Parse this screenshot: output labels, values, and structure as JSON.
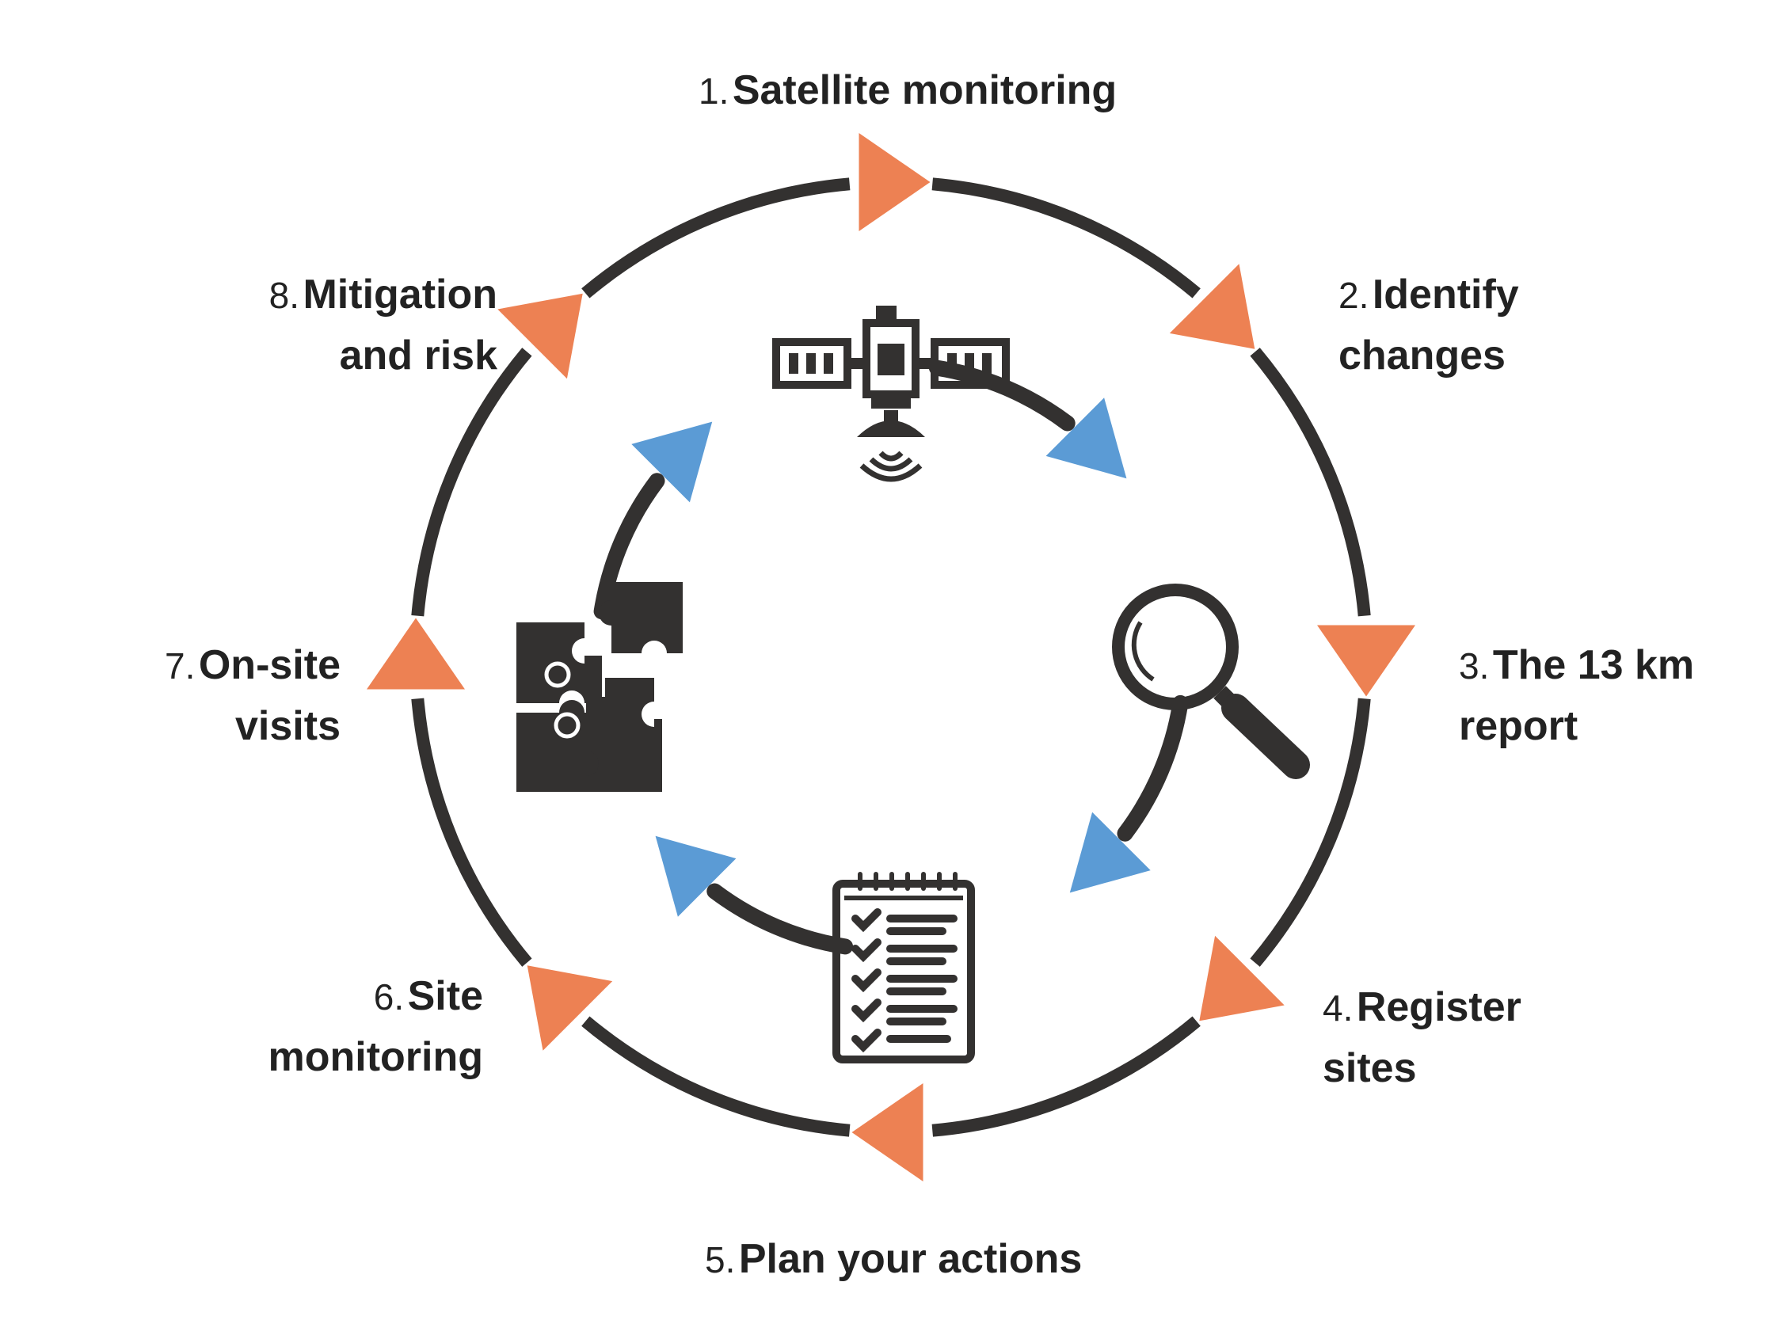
{
  "colors": {
    "ring": "#333130",
    "outer_arrow": "#ED8153",
    "inner_arrow": "#5B9BD5",
    "icon": "#333130",
    "text": "#222222",
    "background": "#ffffff"
  },
  "steps": [
    {
      "number": "1.",
      "title": "Satellite monitoring",
      "title_line2": ""
    },
    {
      "number": "2.",
      "title": "Identify",
      "title_line2": "changes"
    },
    {
      "number": "3.",
      "title": "The 13 km",
      "title_line2": "report"
    },
    {
      "number": "4.",
      "title": "Register",
      "title_line2": "sites"
    },
    {
      "number": "5.",
      "title": "Plan your actions",
      "title_line2": ""
    },
    {
      "number": "6.",
      "title": "Site",
      "title_line2": "monitoring"
    },
    {
      "number": "7.",
      "title": "On-site",
      "title_line2": "visits"
    },
    {
      "number": "8.",
      "title": "Mitigation",
      "title_line2": "and risk"
    }
  ],
  "center_icons": [
    "satellite-icon",
    "magnifier-icon",
    "checklist-icon",
    "puzzle-icon"
  ]
}
